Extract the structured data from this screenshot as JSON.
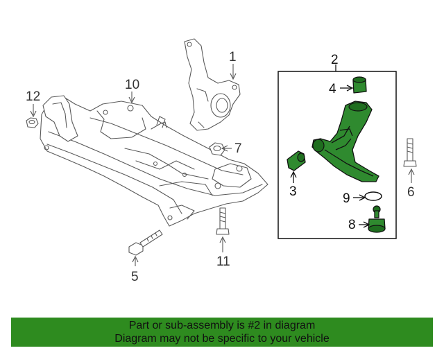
{
  "diagram": {
    "callouts": {
      "c1": "1",
      "c2": "2",
      "c3": "3",
      "c4": "4",
      "c5": "5",
      "c6": "6",
      "c7": "7",
      "c8": "8",
      "c9": "9",
      "c10": "10",
      "c11": "11",
      "c12": "12"
    },
    "highlighted_part": "2",
    "colors": {
      "highlight": "#2f8a2f",
      "banner_background": "#2e8b1f",
      "line_art": "#5a5a5a"
    }
  },
  "banner": {
    "line1": "Part or sub-assembly is #2 in diagram",
    "line2": "Diagram may not be specific to your vehicle"
  }
}
